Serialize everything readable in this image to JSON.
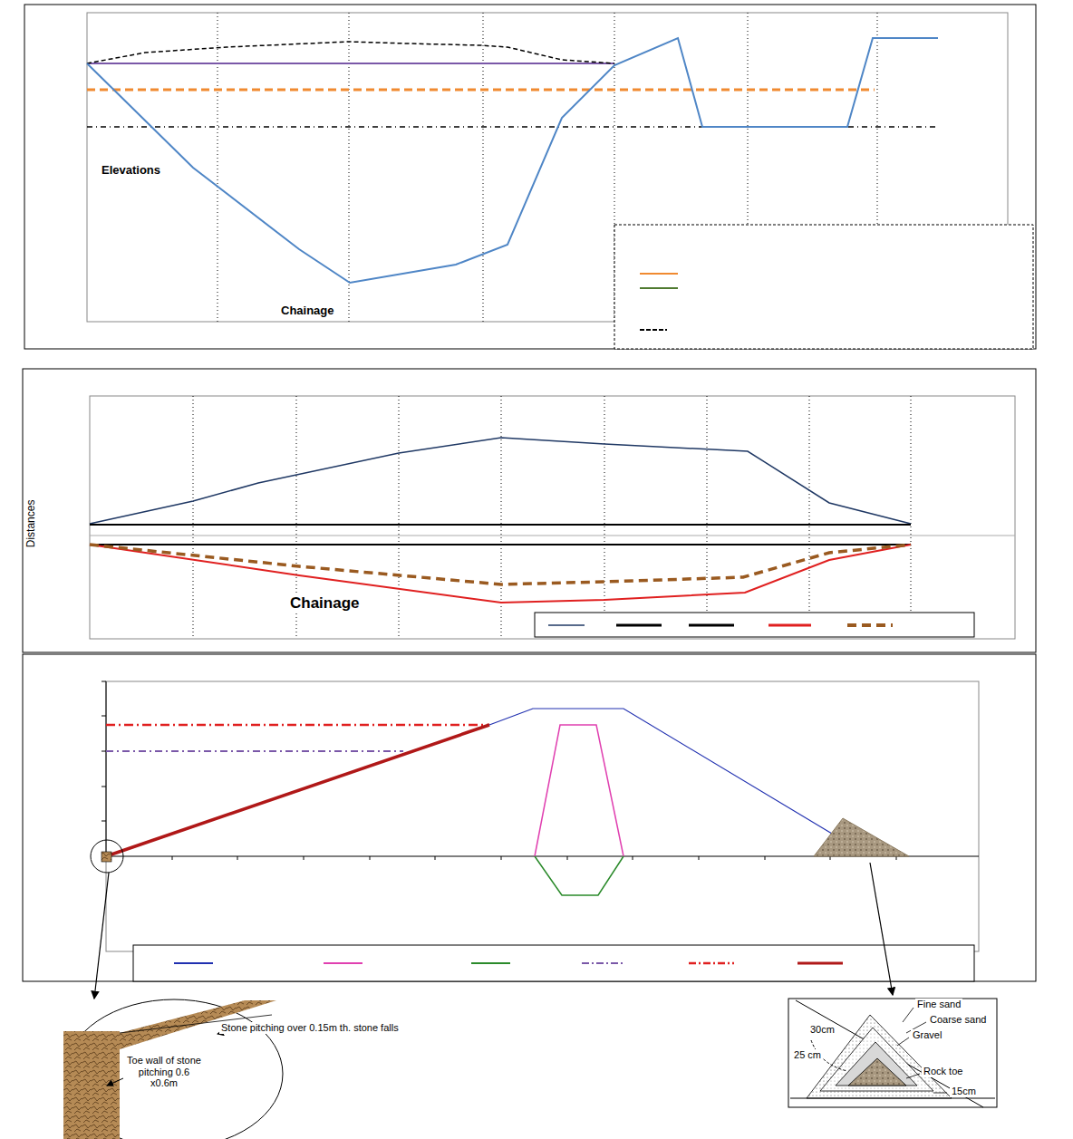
{
  "diagram": {
    "labels": [
      "Elevations",
      "Chainage",
      "Distances",
      "Chainage",
      "Stone pitching over 0.15m th. stone falls",
      "Toe wall of stone pitching 0.6 x0.6m",
      "Fine sand",
      "Coarse sand",
      "Gravel",
      "Rock toe",
      "30cm",
      "25 cm",
      "15cm"
    ]
  }
}
